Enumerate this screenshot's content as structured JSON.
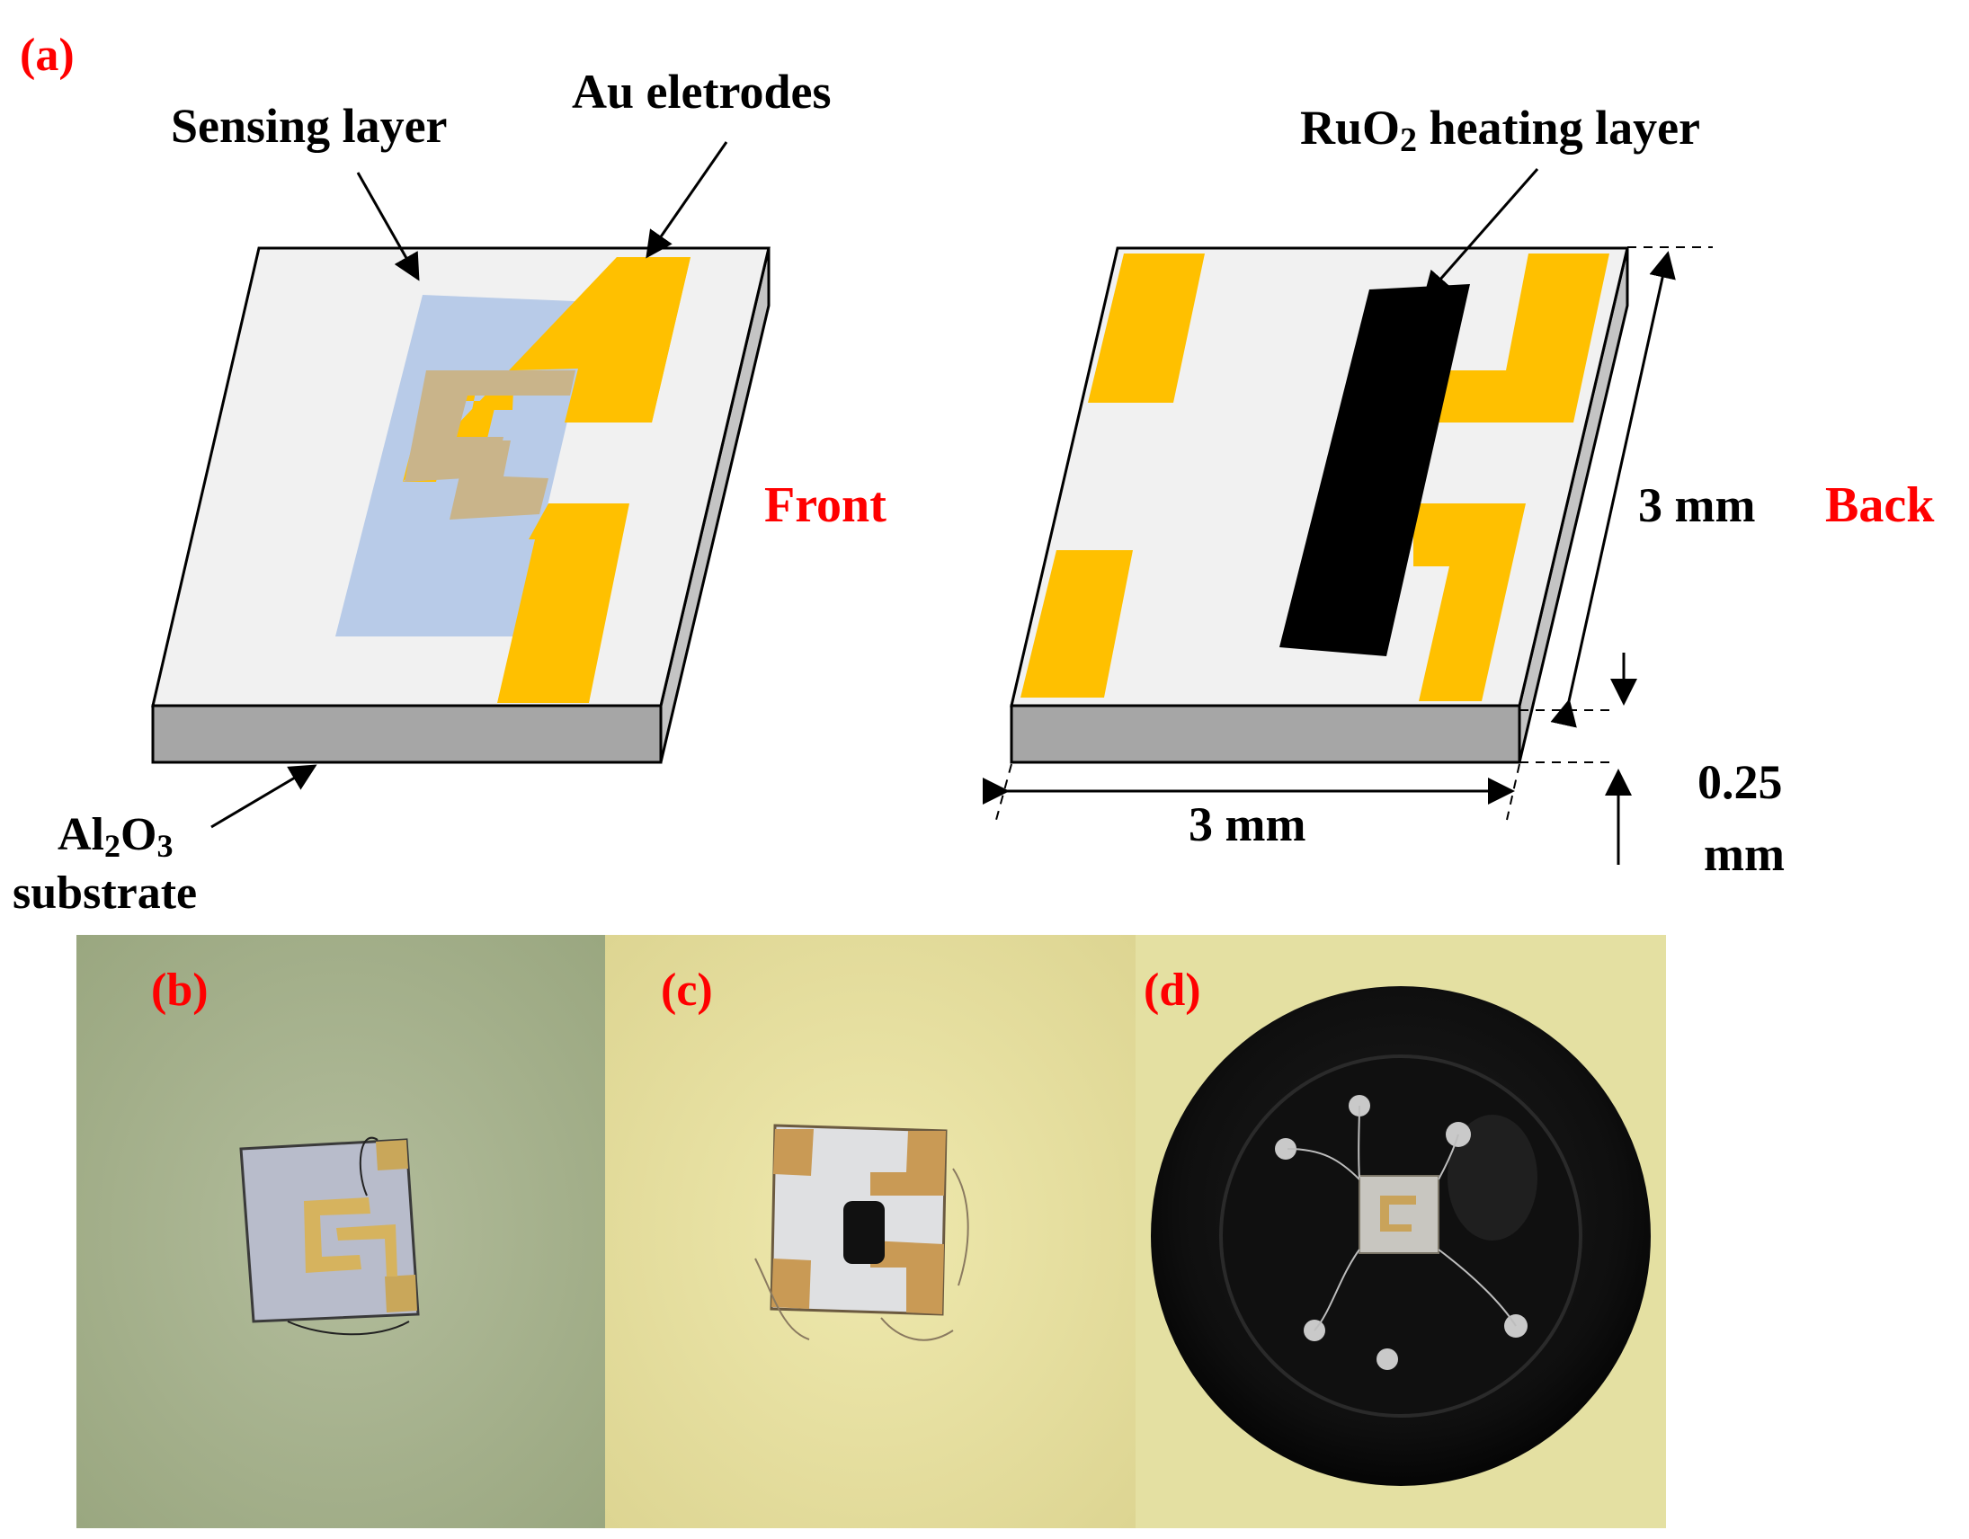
{
  "colors": {
    "substrate_top": "#f1f1f1",
    "substrate_side": "#a6a6a6",
    "sensing": "#b8cbe8",
    "electrode": "#ffc000",
    "electrode_overlap": "#c9b48a",
    "heater": "#000000",
    "panel_label": "#ff0000",
    "photo_b_bg": "#a9b490",
    "photo_c_bg": "#e8e2a0",
    "photo_d_bg": "#e4e0a2"
  },
  "panels": {
    "a": "(a)",
    "b": "(b)",
    "c": "(c)",
    "d": "(d)"
  },
  "front": {
    "sensing_label": "Sensing layer",
    "electrodes_label": "Au eletrodes",
    "side_label": "Front",
    "substrate_label_line1_a": "Al",
    "substrate_label_line1_sub1": "2",
    "substrate_label_line1_b": "O",
    "substrate_label_line1_sub2": "3",
    "substrate_label_line2": "substrate"
  },
  "back": {
    "heater_label_a": "RuO",
    "heater_label_sub": "2",
    "heater_label_b": " heating layer",
    "side_label": "Back",
    "dim_length": "3 mm",
    "dim_width": "3 mm",
    "dim_thickness_line1": "0.25",
    "dim_thickness_line2": "mm"
  }
}
